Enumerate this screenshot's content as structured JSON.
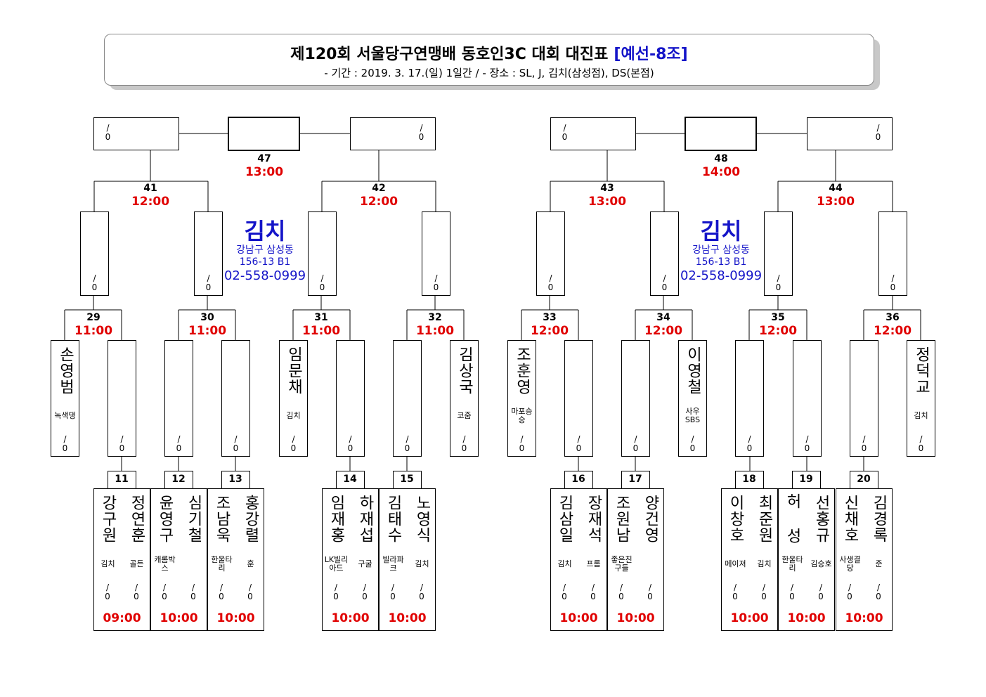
{
  "header": {
    "title": "제120회 서울당구연맹배 동호인3C 대회 대진표",
    "tag": "[예선-8조]",
    "subtitle": "- 기간 : 2019. 3. 17.(일) 1일간 / - 장소 : SL, J, 김치(삼성점), DS(본점)"
  },
  "venue": {
    "name": "김치",
    "address1": "강남구 삼성동",
    "address2": "156-13 B1",
    "phone": "02-558-0999"
  },
  "score_placeholder": "/",
  "score_zero": "0",
  "matches": {
    "m47": {
      "num": "47",
      "time": "13:00"
    },
    "m48": {
      "num": "48",
      "time": "14:00"
    },
    "m41": {
      "num": "41",
      "time": "12:00"
    },
    "m42": {
      "num": "42",
      "time": "12:00"
    },
    "m43": {
      "num": "43",
      "time": "13:00"
    },
    "m44": {
      "num": "44",
      "time": "13:00"
    },
    "m29": {
      "num": "29",
      "time": "11:00"
    },
    "m30": {
      "num": "30",
      "time": "11:00"
    },
    "m31": {
      "num": "31",
      "time": "11:00"
    },
    "m32": {
      "num": "32",
      "time": "11:00"
    },
    "m33": {
      "num": "33",
      "time": "12:00"
    },
    "m34": {
      "num": "34",
      "time": "12:00"
    },
    "m35": {
      "num": "35",
      "time": "12:00"
    },
    "m36": {
      "num": "36",
      "time": "12:00"
    },
    "m11": {
      "num": "11"
    },
    "m12": {
      "num": "12"
    },
    "m13": {
      "num": "13"
    },
    "m14": {
      "num": "14"
    },
    "m15": {
      "num": "15"
    },
    "m16": {
      "num": "16"
    },
    "m17": {
      "num": "17"
    },
    "m18": {
      "num": "18"
    },
    "m19": {
      "num": "19"
    },
    "m20": {
      "num": "20"
    }
  },
  "seeded_players": [
    {
      "name": "손영범",
      "club": "녹색댕"
    },
    {
      "name": "임문채",
      "club": "김치"
    },
    {
      "name": "김상국",
      "club": "코줌"
    },
    {
      "name": "조훈영",
      "club": "마포승승"
    },
    {
      "name": "이영철",
      "club": "사우SBS"
    },
    {
      "name": "정덕교",
      "club": "김치"
    }
  ],
  "first_round_players": [
    {
      "name": "강구원",
      "club": "김치"
    },
    {
      "name": "정연훈",
      "club": "골든"
    },
    {
      "name": "윤영구",
      "club": "캐롬박스"
    },
    {
      "name": "심기철",
      "club": ""
    },
    {
      "name": "조남욱",
      "club": "한울타리"
    },
    {
      "name": "홍강렬",
      "club": "훈"
    },
    {
      "name": "임재홍",
      "club": "LK빌리아드"
    },
    {
      "name": "하재섭",
      "club": "구굴"
    },
    {
      "name": "김태수",
      "club": "빌라파크"
    },
    {
      "name": "노영식",
      "club": "김치"
    },
    {
      "name": "김삼일",
      "club": "김치"
    },
    {
      "name": "장재석",
      "club": "프롬"
    },
    {
      "name": "조원남",
      "club": "좋은친구들"
    },
    {
      "name": "양건영",
      "club": ""
    },
    {
      "name": "이창호",
      "club": "메이져"
    },
    {
      "name": "최준원",
      "club": "김치"
    },
    {
      "name": "허 성",
      "club": "한울타리"
    },
    {
      "name": "선홍규",
      "club": "김승호"
    },
    {
      "name": "신채호",
      "club": "사생결당"
    },
    {
      "name": "김경록",
      "club": "준"
    }
  ],
  "first_round_times": [
    "09:00",
    "10:00",
    "10:00",
    "10:00",
    "10:00",
    "10:00",
    "10:00",
    "10:00",
    "10:00",
    "10:00"
  ]
}
